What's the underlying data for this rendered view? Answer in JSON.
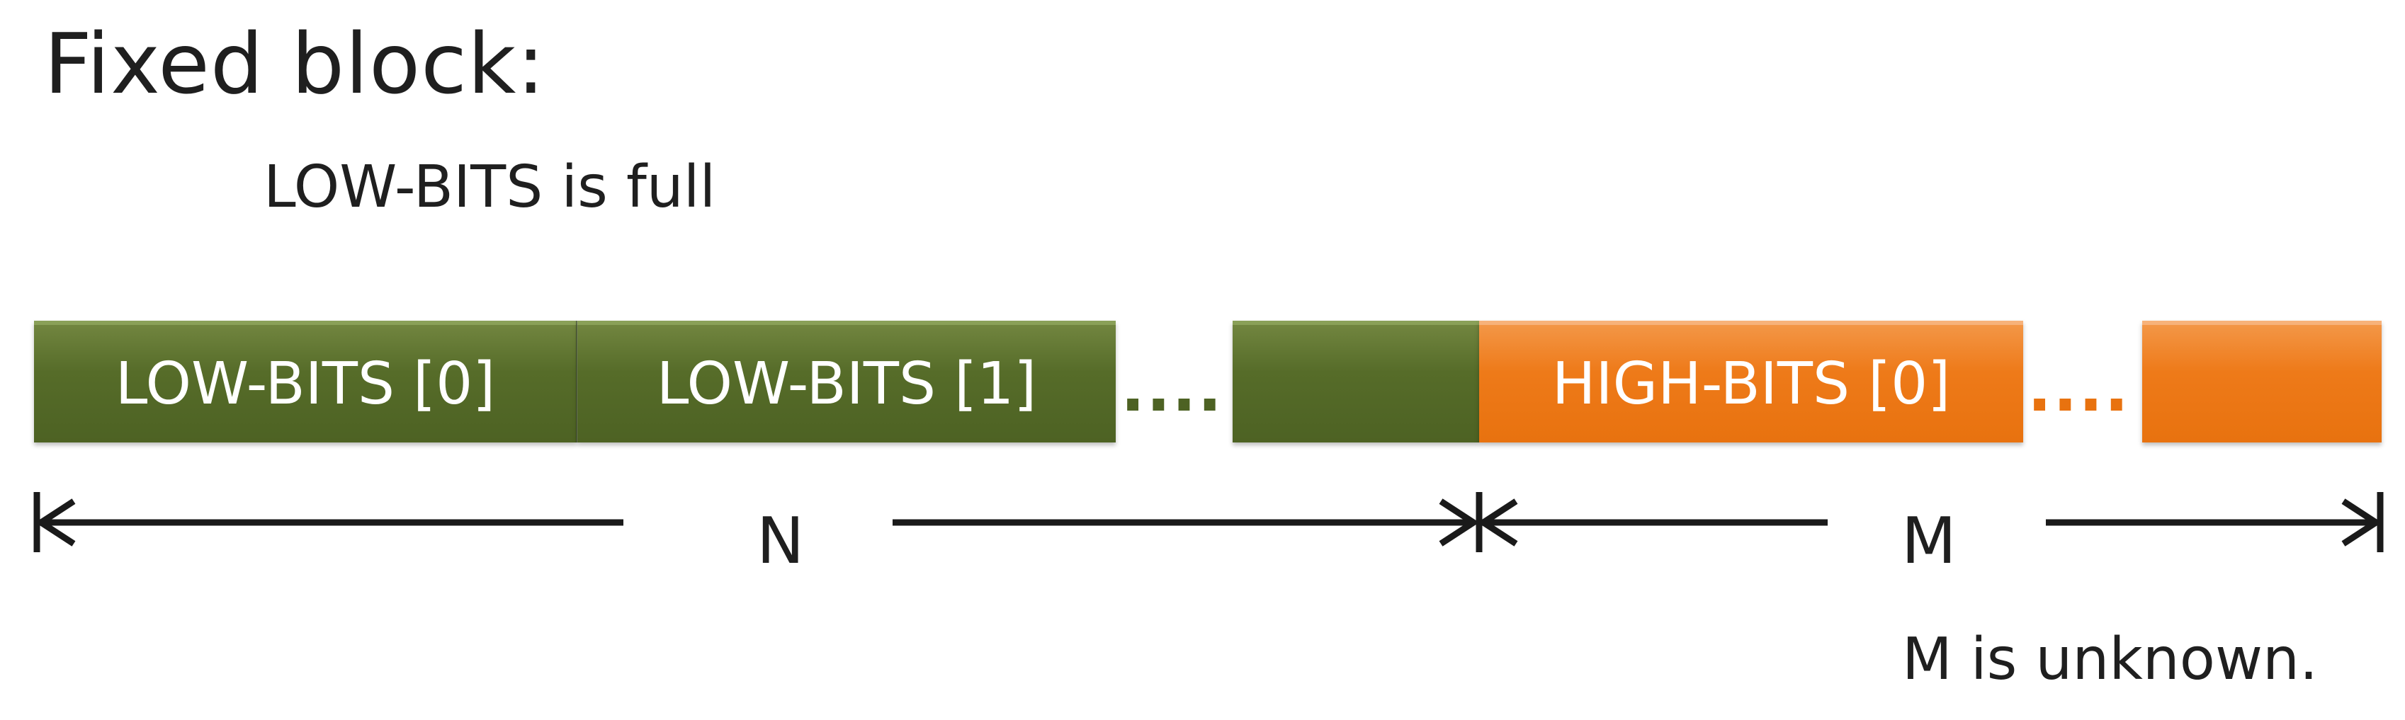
{
  "title": "Fixed  block:",
  "subtitle": "LOW-BITS  is  full",
  "blocks": {
    "low_0": "LOW-BITS [0]",
    "low_1": "LOW-BITS [1]",
    "low_last": "",
    "high_0": "HIGH-BITS [0]",
    "high_last": ""
  },
  "ellipsis_low": "....",
  "ellipsis_high": "....",
  "measures": {
    "n_label": "N",
    "m_label": "M"
  },
  "note": "M  is  unknown.",
  "colors": {
    "low_bits": "#4d6223",
    "high_bits": "#e8720f",
    "text": "#1f1f1f"
  }
}
